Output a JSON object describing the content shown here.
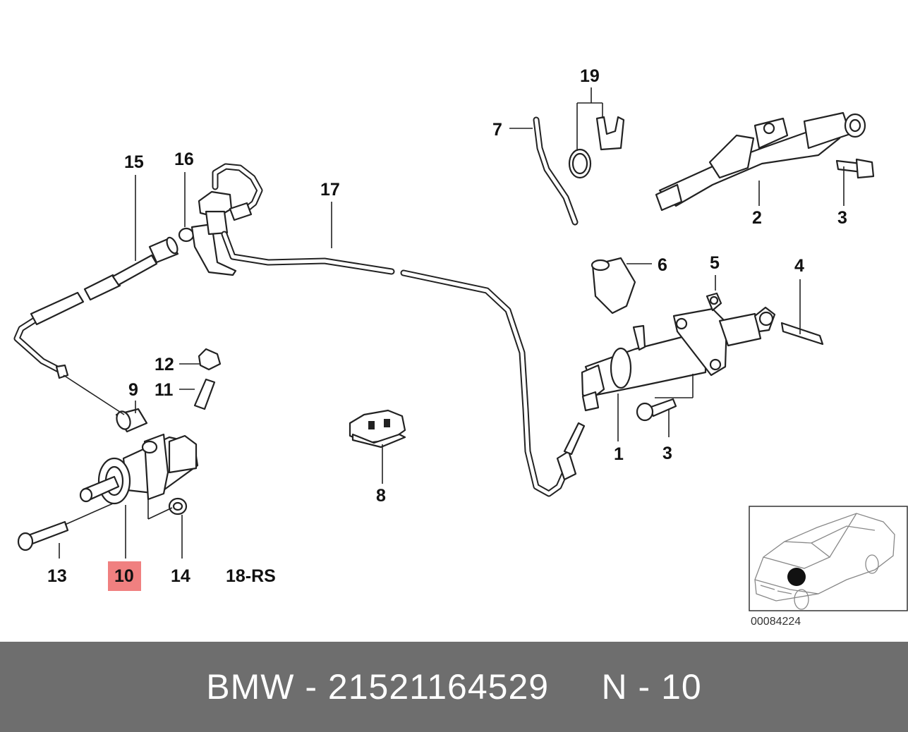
{
  "diagram": {
    "labels": {
      "l1": "1",
      "l2": "2",
      "l3a": "3",
      "l3b": "3",
      "l4": "4",
      "l5": "5",
      "l6": "6",
      "l7": "7",
      "l8": "8",
      "l9": "9",
      "l10": "10",
      "l11": "11",
      "l12": "12",
      "l13": "13",
      "l14": "14",
      "l15": "15",
      "l16": "16",
      "l17": "17",
      "l19": "19",
      "l18rs": "18-RS"
    },
    "highlight_color": "#f08080",
    "inset": {
      "code": "00084224"
    }
  },
  "footer": {
    "text": "BMW - 21521164529     N - 10",
    "background": "#6e6e6e"
  }
}
